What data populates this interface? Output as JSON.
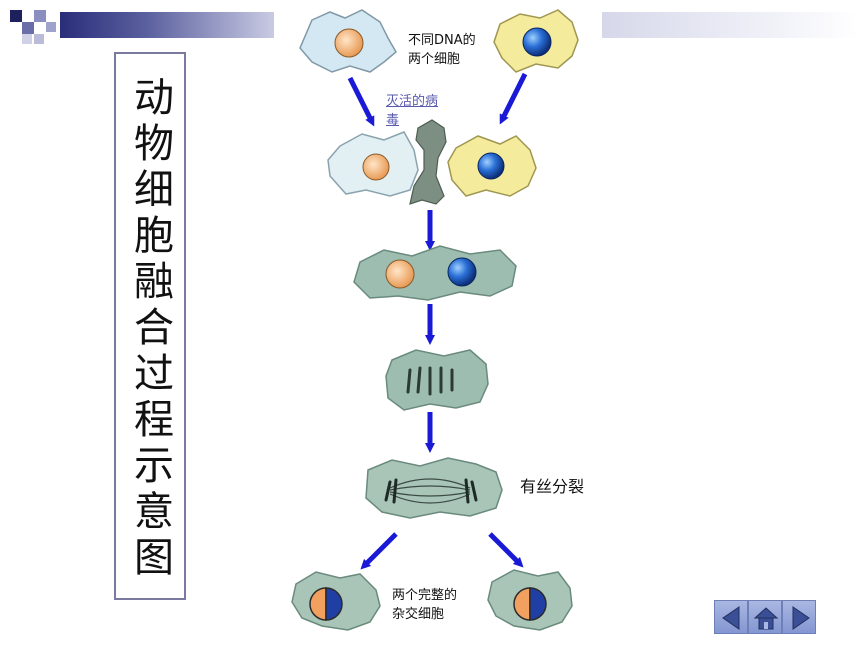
{
  "title": "动物细胞融合过程示意图",
  "labels": {
    "two_cells": "不同DNA的\n两个细胞",
    "virus": "灭活的病\n毒",
    "mitosis": "有丝分裂",
    "hybrid_cells": "两个完整的\n杂交细胞"
  },
  "colors": {
    "brand_dark": "#2a2e7a",
    "cell_blue": "#cfe4f0",
    "cell_yellow": "#f3ea96",
    "cell_green": "#8fb5a6",
    "nucleus_orange": "#f1a060",
    "nucleus_blue": "#1f57b5",
    "arrow": "#1a1ad6"
  },
  "nav": {
    "prev_icon": "triangle-left-icon",
    "home_icon": "home-icon",
    "next_icon": "triangle-right-icon"
  }
}
